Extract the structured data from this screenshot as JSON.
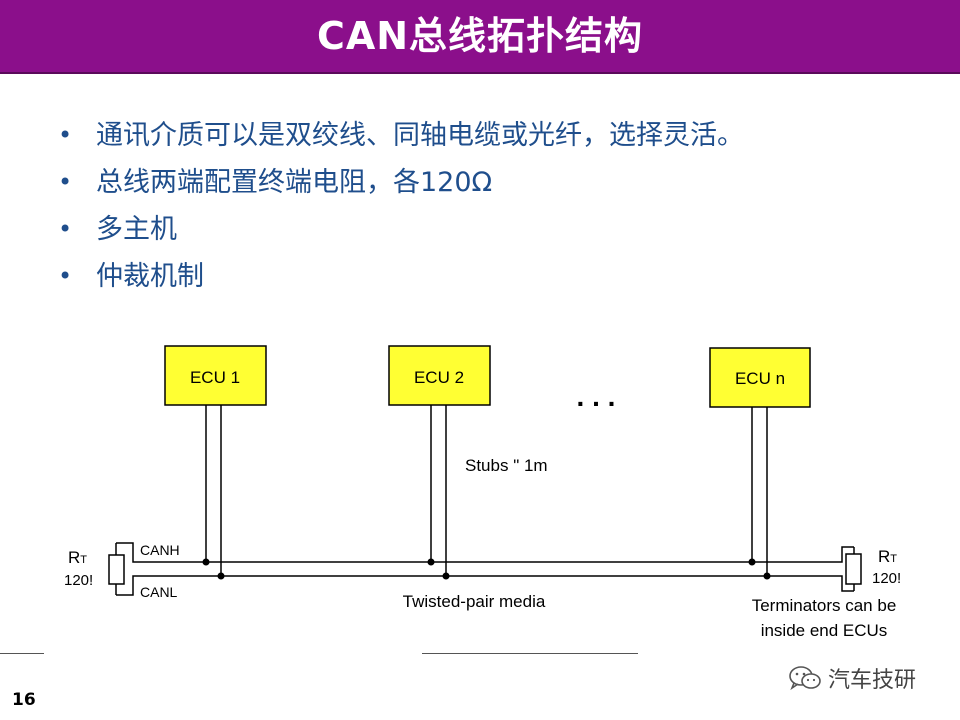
{
  "slide": {
    "title": "CAN总线拓扑结构",
    "page_number": "16"
  },
  "bullets": [
    "通讯介质可以是双绞线、同轴电缆或光纤，选择灵活。",
    "总线两端配置终端电阻，各120Ω",
    "多主机",
    "仲裁机制"
  ],
  "bullet_symbol": "•",
  "diagram": {
    "ecus": [
      {
        "label": "ECU 1"
      },
      {
        "label": "ECU 2"
      },
      {
        "label": "ECU n"
      }
    ],
    "ellipsis": ". . .",
    "stubs_note": "Stubs \" 1m",
    "canh_label": "CANH",
    "canl_label": "CANL",
    "left_terminator": {
      "r": "R",
      "sub": "T",
      "value": "120!"
    },
    "right_terminator": {
      "r": "R",
      "sub": "T",
      "value": "120!"
    },
    "media_label": "Twisted-pair media",
    "terminator_note_line1": "Terminators can be",
    "terminator_note_line2": "inside end ECUs",
    "ecu_fill": "#ffff33"
  },
  "watermark": {
    "text": "汽车技研",
    "icon": "wechat-icon"
  },
  "colors": {
    "header": "#8b0f8b",
    "bullet_text": "#1f4e8c"
  }
}
